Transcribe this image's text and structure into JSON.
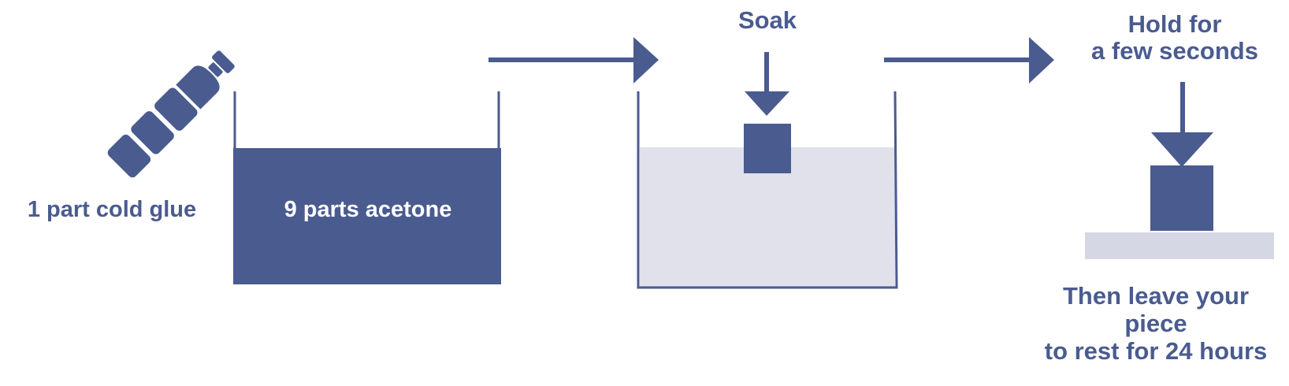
{
  "colors": {
    "primary": "#4a5b8f",
    "liquid_light": "#e0e1eb",
    "platform": "#d6d7e4",
    "on_primary_text": "#ffffff"
  },
  "step1": {
    "bottle_icon": "glue-bottle-icon",
    "glue_label": "1 part cold glue",
    "acetone_label": "9 parts acetone"
  },
  "step2": {
    "label": "Soak"
  },
  "step3": {
    "hold_line1": "Hold for",
    "hold_line2": "a few seconds",
    "rest_line1": "Then leave your",
    "rest_line2": "piece",
    "rest_line3": "to rest for 24 hours"
  }
}
